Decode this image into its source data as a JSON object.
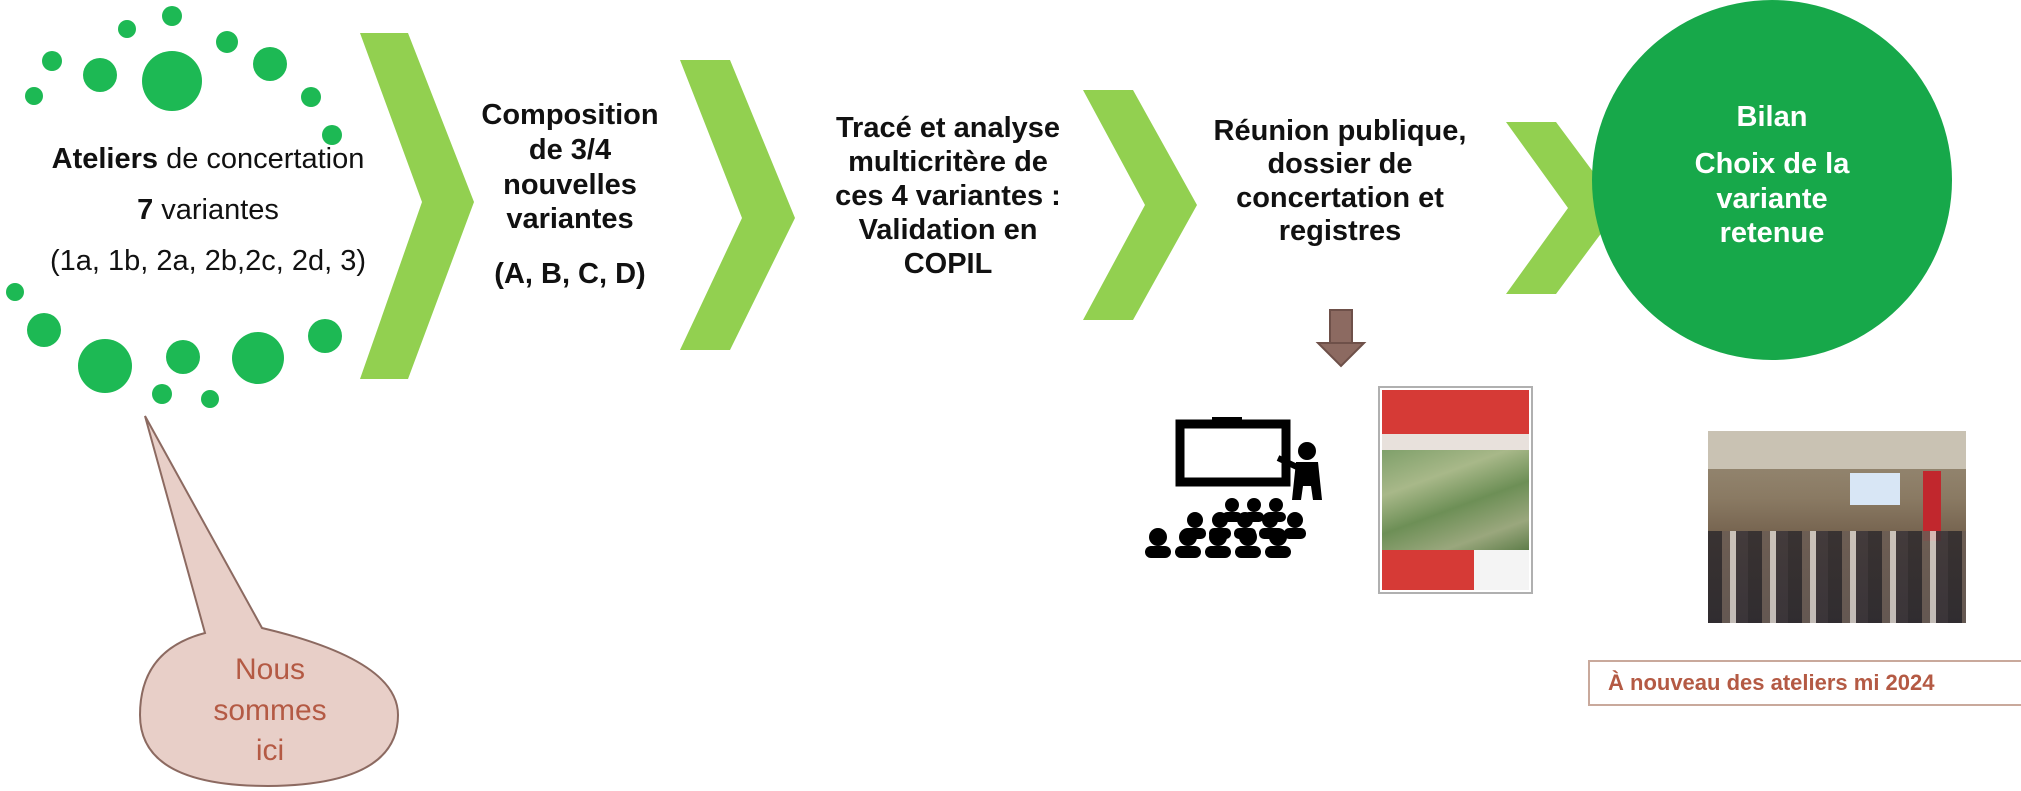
{
  "step1": {
    "line1_bold": "Ateliers",
    "line1_rest": " de concertation",
    "line2_bold": "7",
    "line2_rest": " variantes",
    "line3": "(1a, 1b, 2a, 2b,2c, 2d, 3)"
  },
  "step2": {
    "lines": [
      "Composition",
      "de 3/4",
      "nouvelles",
      "variantes"
    ],
    "codes": "(A, B, C, D)"
  },
  "step3": {
    "lines": [
      "Tracé et analyse",
      "multicritère de",
      "ces 4 variantes :",
      "Validation en",
      "COPIL"
    ]
  },
  "step4": {
    "lines": [
      "Réunion publique,",
      "dossier de",
      "concertation et",
      "registres"
    ]
  },
  "step5": {
    "title": "Bilan",
    "lines": [
      "Choix de la",
      "variante",
      "retenue"
    ]
  },
  "callout": {
    "lines": [
      "Nous",
      "sommes",
      "ici"
    ]
  },
  "banner": "À nouveau des ateliers mi 2024",
  "icons": {
    "presentation": "presentation-audience-icon",
    "arrow": "down-arrow-icon",
    "document": "concertation-document-thumbnail",
    "photo": "workshop-photo"
  },
  "colors": {
    "green_dot": "#1db954",
    "chevron": "#92d050",
    "circle": "#17a84a",
    "callout_fill": "#e8cfc8",
    "callout_text": "#b45a44",
    "arrow": "#8c6a61"
  }
}
